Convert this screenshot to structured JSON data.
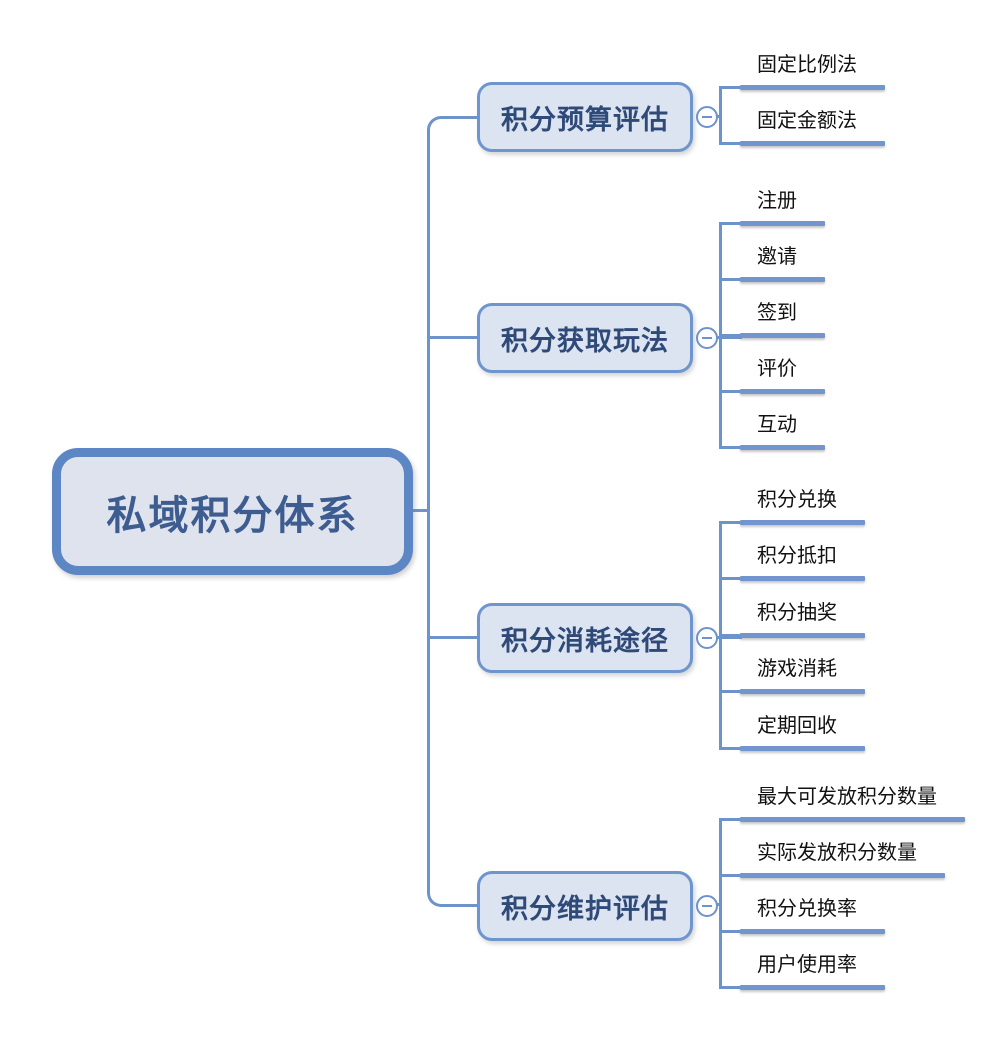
{
  "diagram": {
    "type": "mindmap",
    "root": {
      "label": "私域积分体系"
    },
    "branches": [
      {
        "label": "积分预算评估",
        "collapse_icon": "minus",
        "children": [
          "固定比例法",
          "固定金额法"
        ]
      },
      {
        "label": "积分获取玩法",
        "collapse_icon": "minus",
        "children": [
          "注册",
          "邀请",
          "签到",
          "评价",
          "互动"
        ]
      },
      {
        "label": "积分消耗途径",
        "collapse_icon": "minus",
        "children": [
          "积分兑换",
          "积分抵扣",
          "积分抽奖",
          "游戏消耗",
          "定期回收"
        ]
      },
      {
        "label": "积分维护评估",
        "collapse_icon": "minus",
        "children": [
          "最大可发放积分数量",
          "实际发放积分数量",
          "积分兑换率",
          "用户使用率"
        ]
      }
    ],
    "colors": {
      "connector": "#6d93cb",
      "root_border": "#5c86c4",
      "branch_border": "#6e95ce",
      "leaf_underline": "#7295d0",
      "root_fill": "#dfe3ee",
      "branch_fill": "#dce4f1",
      "root_text": "#3d5c8f",
      "branch_text": "#2f4a78",
      "leaf_text": "#111111",
      "background": "#ffffff"
    }
  }
}
